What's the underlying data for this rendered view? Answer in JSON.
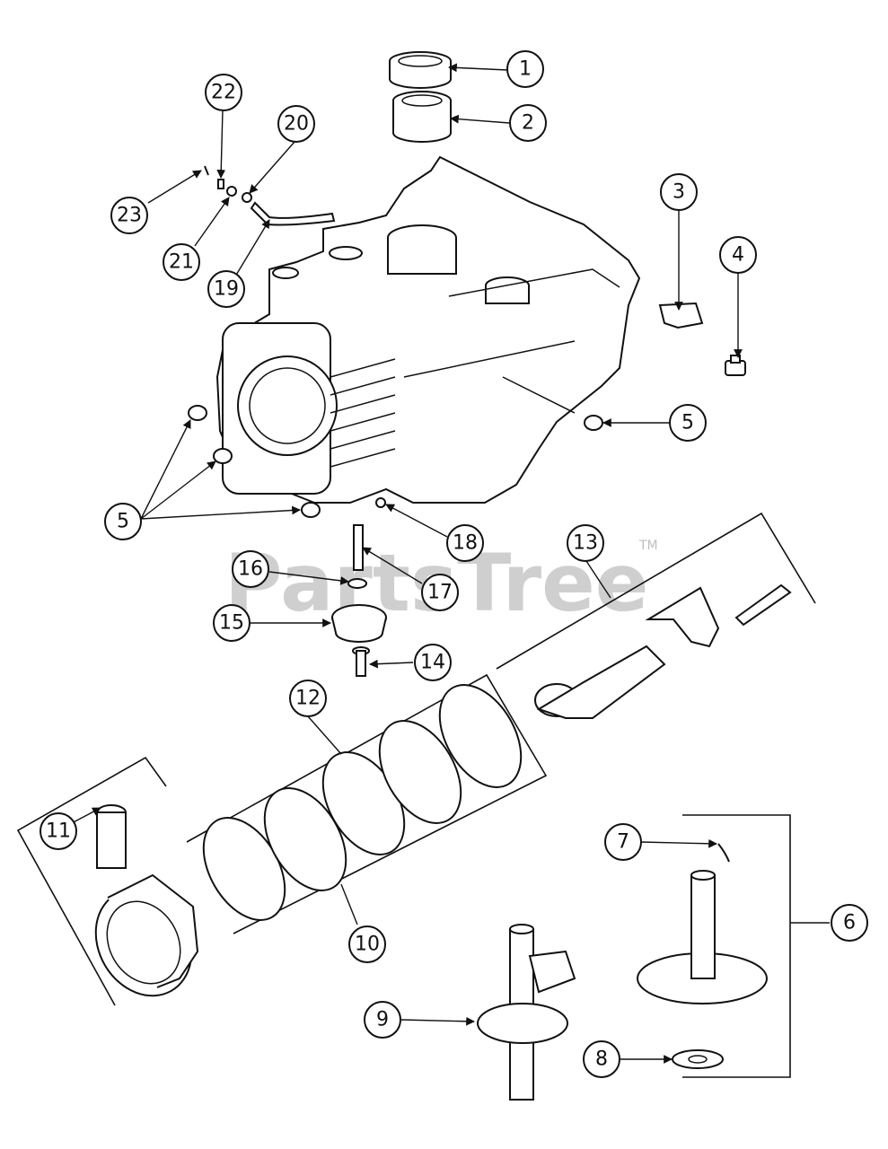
{
  "watermark": {
    "text": "PartsTree",
    "tm": "TM"
  },
  "callouts": {
    "c1": "1",
    "c2": "2",
    "c3": "3",
    "c4": "4",
    "c5a": "5",
    "c5b": "5",
    "c6": "6",
    "c7": "7",
    "c8": "8",
    "c9": "9",
    "c10": "10",
    "c11": "11",
    "c12": "12",
    "c13": "13",
    "c14": "14",
    "c15": "15",
    "c16": "16",
    "c17": "17",
    "c18": "18",
    "c19": "19",
    "c20": "20",
    "c21": "21",
    "c22": "22",
    "c23": "23"
  }
}
